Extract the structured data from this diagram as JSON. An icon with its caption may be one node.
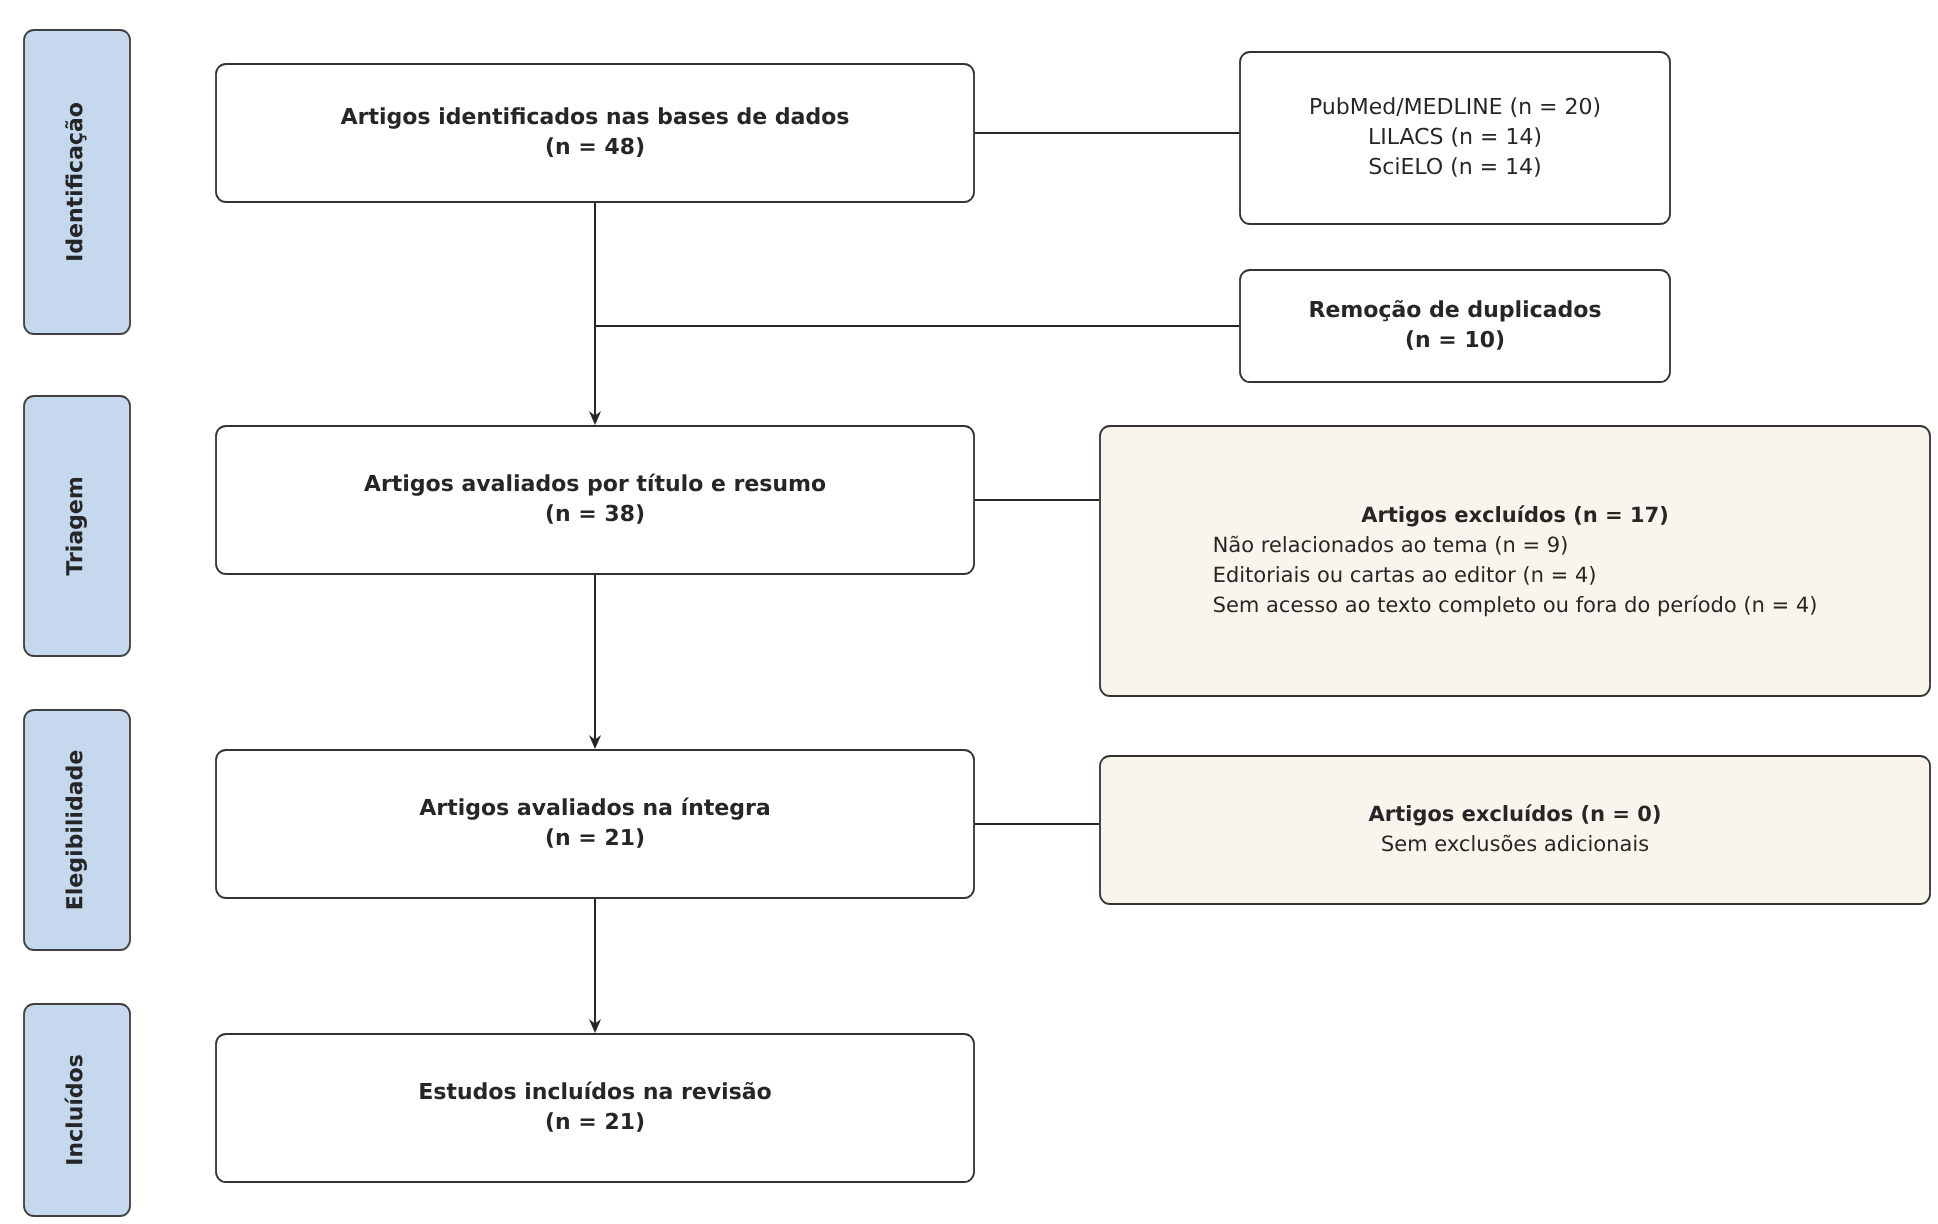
{
  "diagram": {
    "nodes": [
      {
        "text": [
          "Identificação"
        ]
      },
      {
        "text": [
          "Triagem"
        ]
      },
      {
        "text": [
          "Elegibilidade"
        ]
      },
      {
        "text": [
          "Incluídos"
        ]
      },
      {
        "text": [
          "Artigos identificados nas bases de dados",
          "(n = 48)"
        ]
      },
      {
        "text": [
          "PubMed/MEDLINE (n = 20)",
          "LILACS (n = 14)",
          "SciELO (n = 14)"
        ]
      },
      {
        "text": [
          "Remoção de duplicados",
          "(n = 10)"
        ]
      },
      {
        "text": [
          "Artigos avaliados por título e resumo",
          "(n = 38)"
        ]
      },
      {
        "text": [
          "Artigos excluídos (n = 17)",
          "Não relacionados ao tema (n = 9)",
          "Editoriais ou cartas ao editor (n = 4)",
          "Sem acesso ao texto completo ou fora do período (n = 4)"
        ]
      },
      {
        "text": [
          "Artigos avaliados na íntegra",
          "(n = 21)"
        ]
      },
      {
        "text": [
          "Artigos excluídos (n = 0)",
          "Sem exclusões adicionais"
        ]
      },
      {
        "text": [
          "Estudos incluídos na revisão",
          "(n = 21)"
        ]
      }
    ],
    "edges": [
      {
        "from": 4,
        "to": 5,
        "arrow": "none"
      },
      {
        "from": 4,
        "to": 6,
        "arrow": "none"
      },
      {
        "from": 4,
        "to": 7,
        "arrow": "to"
      },
      {
        "from": 7,
        "to": 8,
        "arrow": "none"
      },
      {
        "from": 7,
        "to": 9,
        "arrow": "to"
      },
      {
        "from": 9,
        "to": 10,
        "arrow": "none"
      },
      {
        "from": 9,
        "to": 11,
        "arrow": "to"
      }
    ]
  }
}
